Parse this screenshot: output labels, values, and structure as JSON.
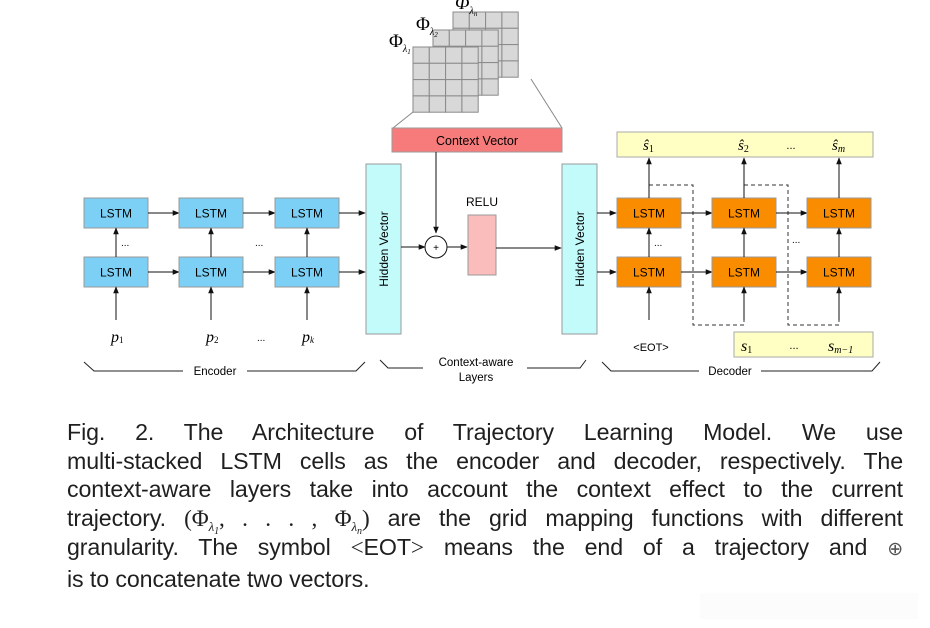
{
  "figure": {
    "grids": {
      "labels": [
        {
          "symbol": "Φ",
          "subscript": "λ",
          "subsub": "1"
        },
        {
          "symbol": "Φ",
          "subscript": "λ",
          "subsub": "2"
        },
        {
          "symbol": "Φ",
          "subscript": "λ",
          "subsub": "n"
        }
      ],
      "rows": 4,
      "cols": 4
    },
    "context_vector_label": "Context Vector",
    "relu_label": "RELU",
    "plus_symbol": "+",
    "hidden_vector_label": "Hidden Vector",
    "encoder": {
      "cell_label": "LSTM",
      "ellipsis": "...",
      "inputs": [
        {
          "base": "p",
          "sub": "1"
        },
        {
          "base": "p",
          "sub": "2"
        },
        {
          "base": "p",
          "sub": "k"
        }
      ],
      "input_ellipsis": "...",
      "section_label": "Encoder"
    },
    "context_layers": {
      "section_label_line1": "Context-aware",
      "section_label_line2": "Layers"
    },
    "decoder": {
      "cell_label": "LSTM",
      "ellipsis": "...",
      "outputs": [
        {
          "base": "ŝ",
          "sub": "1"
        },
        {
          "base": "ŝ",
          "sub": "2"
        },
        {
          "base": "ŝ",
          "sub": "m"
        }
      ],
      "output_ellipsis": "...",
      "start_token": "<EOT>",
      "inputs": [
        {
          "base": "s",
          "sub": "1"
        },
        {
          "base": "s",
          "sub": "m−1"
        }
      ],
      "input_ellipsis": "...",
      "section_label": "Decoder"
    },
    "colors": {
      "encoder_cell": "#7dd0f5",
      "decoder_cell": "#fa8c00",
      "hidden_vector": "#c3fafa",
      "context_vector": "#f77b7b",
      "relu": "#fbbcbc",
      "io_box": "#ffffc3",
      "grid_cell": "#d8d8d8"
    }
  },
  "caption": {
    "line1": "Fig. 2. The Architecture of Trajectory Learning Model. We use",
    "line2": "multi-stacked LSTM cells as the encoder and decoder, respectively. The",
    "line3": "context-aware layers take into account the context effect to the current",
    "line4_pre": "trajectory.",
    "line4_math_open": "(Φ",
    "line4_math_mid": ", . . . , Φ",
    "line4_math_close": ")",
    "line4_post": "are the grid mapping functions with different",
    "line5_pre": "granularity. The symbol",
    "line5_lt": "<",
    "line5_eot": "EOT",
    "line5_gt": ">",
    "line5_post": "means the end of a trajectory and",
    "line5_oplus": "⊕",
    "line6": "is to concatenate two vectors."
  }
}
